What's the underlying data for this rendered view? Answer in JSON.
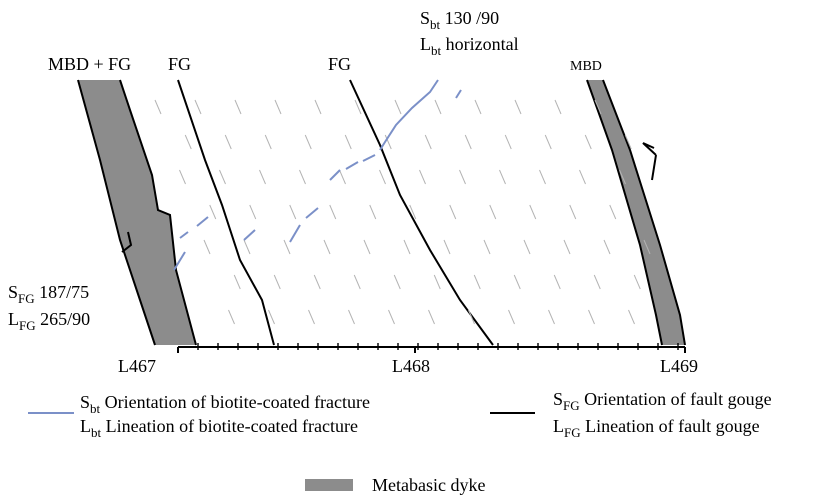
{
  "diagram": {
    "top_labels": {
      "mbd_fg": "MBD + FG",
      "fg_1": "FG",
      "fg_2": "FG",
      "mbd": "MBD"
    },
    "biotite_note": {
      "line1_letter": "S",
      "line1_sub": "bt",
      "line1_value": " 130 /90",
      "line2_letter": "L",
      "line2_sub": "bt",
      "line2_value": " horizontal"
    },
    "fault_gouge_note": {
      "line1_letter": "S",
      "line1_sub": "FG",
      "line1_value": " 187/75",
      "line2_letter": "L",
      "line2_sub": "FG",
      "line2_value": " 265/90"
    },
    "ticks": {
      "l467": "L467",
      "l468": "L468",
      "l469": "L469"
    },
    "colors": {
      "dyke_fill": "#8c8c8c",
      "biotite_line": "#7b90c8",
      "fault_line": "#000000",
      "foliation": "#b4b4b4"
    }
  },
  "legend": {
    "biotite": {
      "s_letter": "S",
      "s_sub": "bt",
      "s_text": " Orientation of biotite-coated fracture",
      "l_letter": "L",
      "l_sub": "bt",
      "l_text": " Lineation of biotite-coated fracture"
    },
    "fault": {
      "s_letter": "S",
      "s_sub": "FG",
      "s_text": " Orientation of fault gouge",
      "l_letter": "L",
      "l_sub": "FG",
      "l_text": " Lineation of fault gouge"
    },
    "dyke": {
      "label": "Metabasic dyke"
    }
  }
}
